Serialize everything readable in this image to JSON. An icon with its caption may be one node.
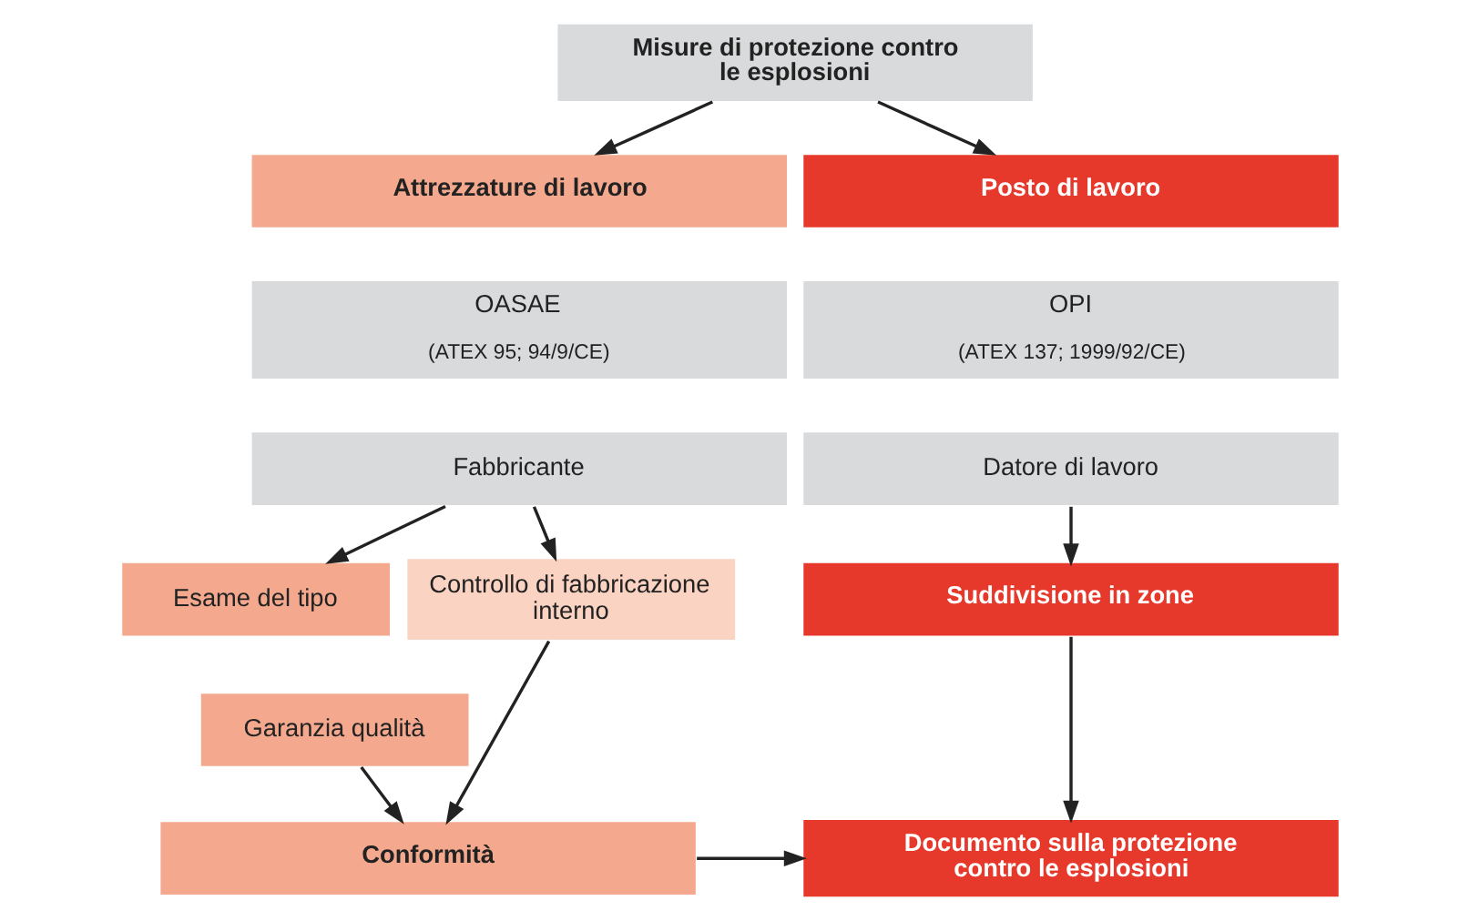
{
  "diagram": {
    "nodes": [
      {
        "text": [
          "Misure di protezione contro le esplosioni"
        ]
      },
      {
        "text": [
          "Attrezzature di lavoro"
        ]
      },
      {
        "text": [
          "OASAE",
          "(ATEX 95; 94/9/CE)"
        ]
      },
      {
        "text": [
          "Fabbricante"
        ]
      },
      {
        "text": [
          "Posto di lavoro"
        ]
      },
      {
        "text": [
          "OPI",
          "(ATEX 137; 1999/92/CE)"
        ]
      },
      {
        "text": [
          "Datore di lavoro"
        ]
      },
      {
        "text": [
          "Esame del tipo"
        ]
      },
      {
        "text": [
          "Garanzia qualità"
        ]
      },
      {
        "text": [
          "Controllo di fabbricazione interno"
        ]
      },
      {
        "text": [
          "Suddivisione in zone"
        ]
      },
      {
        "text": [
          "Conformità"
        ]
      },
      {
        "text": [
          "Documento sulla protezione contro le esplosioni"
        ]
      }
    ],
    "edges": [
      {
        "from": 0,
        "to": 1,
        "arrow": "to"
      },
      {
        "from": 0,
        "to": 4,
        "arrow": "to"
      },
      {
        "from": 3,
        "to": 7,
        "arrow": "to"
      },
      {
        "from": 3,
        "to": 9,
        "arrow": "to"
      },
      {
        "from": 6,
        "to": 10,
        "arrow": "to"
      },
      {
        "from": 8,
        "to": 11,
        "arrow": "to"
      },
      {
        "from": 9,
        "to": 11,
        "arrow": "to"
      },
      {
        "from": 10,
        "to": 12,
        "arrow": "to"
      },
      {
        "from": 11,
        "to": 12,
        "arrow": "to"
      }
    ]
  }
}
